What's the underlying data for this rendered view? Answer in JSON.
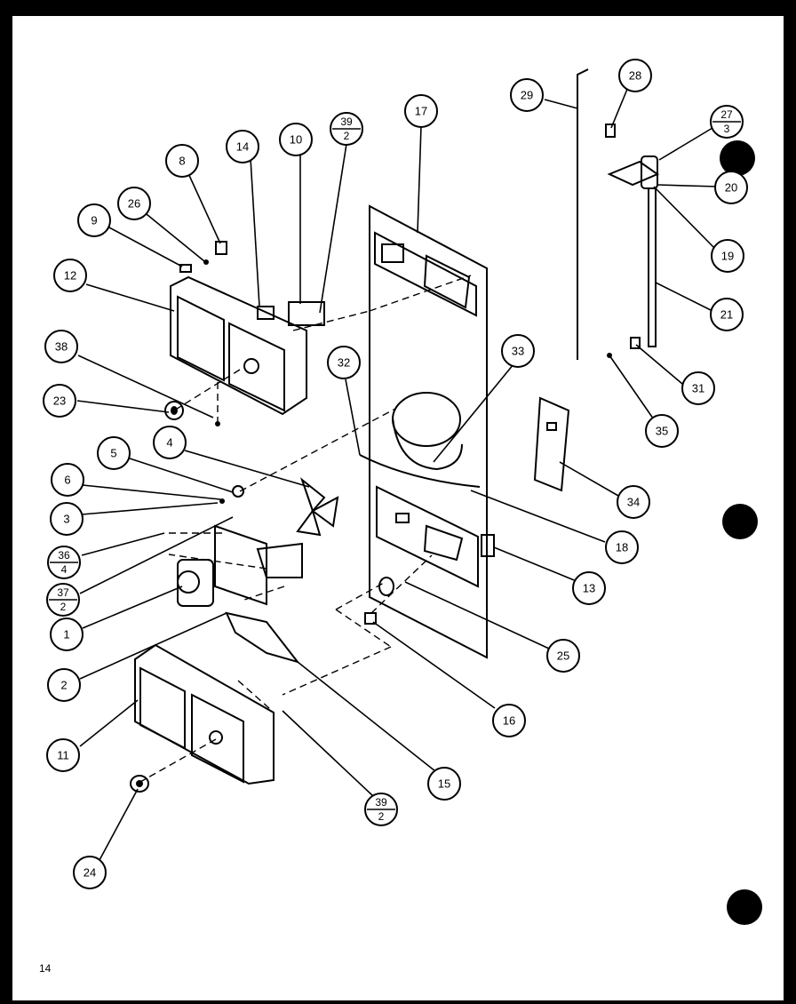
{
  "page_number": "14",
  "callouts": [
    "1",
    "2",
    "3",
    "4",
    "5",
    "6",
    "8",
    "9",
    "10",
    "11",
    "12",
    "13",
    "14",
    "15",
    "16",
    "17",
    "18",
    "19",
    "20",
    "21",
    "23",
    "24",
    "25",
    "26",
    "28",
    "29",
    "31",
    "32",
    "33",
    "34",
    "35",
    "38"
  ],
  "fraction_callouts": [
    {
      "top": "39",
      "bottom": "2"
    },
    {
      "top": "27",
      "bottom": "3"
    },
    {
      "top": "36",
      "bottom": "4"
    },
    {
      "top": "37",
      "bottom": "2"
    },
    {
      "top": "39",
      "bottom": "2"
    }
  ]
}
